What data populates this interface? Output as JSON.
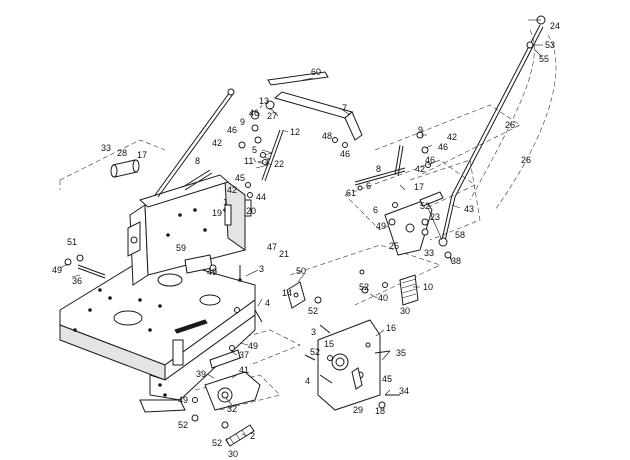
{
  "callouts": [
    {
      "id": "c1",
      "label": "1"
    },
    {
      "id": "c2",
      "label": "2"
    },
    {
      "id": "c3a",
      "label": "3"
    },
    {
      "id": "c3b",
      "label": "3"
    },
    {
      "id": "c4a",
      "label": "4"
    },
    {
      "id": "c4b",
      "label": "4"
    },
    {
      "id": "c5",
      "label": "5"
    },
    {
      "id": "c6a",
      "label": "6"
    },
    {
      "id": "c6b",
      "label": "6"
    },
    {
      "id": "c7",
      "label": "7"
    },
    {
      "id": "c8a",
      "label": "8"
    },
    {
      "id": "c8b",
      "label": "8"
    },
    {
      "id": "c9a",
      "label": "9"
    },
    {
      "id": "c9b",
      "label": "9"
    },
    {
      "id": "c10",
      "label": "10"
    },
    {
      "id": "c11",
      "label": "11"
    },
    {
      "id": "c12",
      "label": "12"
    },
    {
      "id": "c13",
      "label": "13"
    },
    {
      "id": "c14",
      "label": "14"
    },
    {
      "id": "c15",
      "label": "15"
    },
    {
      "id": "c16",
      "label": "16"
    },
    {
      "id": "c17a",
      "label": "17"
    },
    {
      "id": "c17b",
      "label": "17"
    },
    {
      "id": "c18",
      "label": "18"
    },
    {
      "id": "c19",
      "label": "19"
    },
    {
      "id": "c20",
      "label": "20"
    },
    {
      "id": "c21",
      "label": "21"
    },
    {
      "id": "c22",
      "label": "22"
    },
    {
      "id": "c23",
      "label": "23"
    },
    {
      "id": "c24",
      "label": "24"
    },
    {
      "id": "c25",
      "label": "25"
    },
    {
      "id": "c26a",
      "label": "26"
    },
    {
      "id": "c26b",
      "label": "26"
    },
    {
      "id": "c27",
      "label": "27"
    },
    {
      "id": "c28",
      "label": "28"
    },
    {
      "id": "c29",
      "label": "29"
    },
    {
      "id": "c30a",
      "label": "30"
    },
    {
      "id": "c30b",
      "label": "30"
    },
    {
      "id": "c32",
      "label": "32"
    },
    {
      "id": "c33a",
      "label": "33"
    },
    {
      "id": "c33b",
      "label": "33"
    },
    {
      "id": "c34",
      "label": "34"
    },
    {
      "id": "c35",
      "label": "35"
    },
    {
      "id": "c36",
      "label": "36"
    },
    {
      "id": "c37",
      "label": "37"
    },
    {
      "id": "c38",
      "label": "38"
    },
    {
      "id": "c39",
      "label": "39"
    },
    {
      "id": "c40",
      "label": "40"
    },
    {
      "id": "c41",
      "label": "41"
    },
    {
      "id": "c42a",
      "label": "42"
    },
    {
      "id": "c42b",
      "label": "42"
    },
    {
      "id": "c42c",
      "label": "42"
    },
    {
      "id": "c42d",
      "label": "42"
    },
    {
      "id": "c43",
      "label": "43"
    },
    {
      "id": "c44",
      "label": "44"
    },
    {
      "id": "c45a",
      "label": "45"
    },
    {
      "id": "c45b",
      "label": "45"
    },
    {
      "id": "c46a",
      "label": "46"
    },
    {
      "id": "c46b",
      "label": "46"
    },
    {
      "id": "c46c",
      "label": "46"
    },
    {
      "id": "c46d",
      "label": "46"
    },
    {
      "id": "c46e",
      "label": "46"
    },
    {
      "id": "c47",
      "label": "47"
    },
    {
      "id": "c48",
      "label": "48"
    },
    {
      "id": "c49a",
      "label": "49"
    },
    {
      "id": "c49b",
      "label": "49"
    },
    {
      "id": "c49c",
      "label": "49"
    },
    {
      "id": "c49d",
      "label": "49"
    },
    {
      "id": "c49e",
      "label": "49"
    },
    {
      "id": "c50",
      "label": "50"
    },
    {
      "id": "c51",
      "label": "51"
    },
    {
      "id": "c52a",
      "label": "52"
    },
    {
      "id": "c52b",
      "label": "52"
    },
    {
      "id": "c52c",
      "label": "52"
    },
    {
      "id": "c52d",
      "label": "52"
    },
    {
      "id": "c52e",
      "label": "52"
    },
    {
      "id": "c52f",
      "label": "52"
    },
    {
      "id": "c53",
      "label": "53"
    },
    {
      "id": "c55",
      "label": "55"
    },
    {
      "id": "c58",
      "label": "58"
    },
    {
      "id": "c59",
      "label": "59"
    },
    {
      "id": "c60",
      "label": "60"
    },
    {
      "id": "c61",
      "label": "61"
    }
  ]
}
